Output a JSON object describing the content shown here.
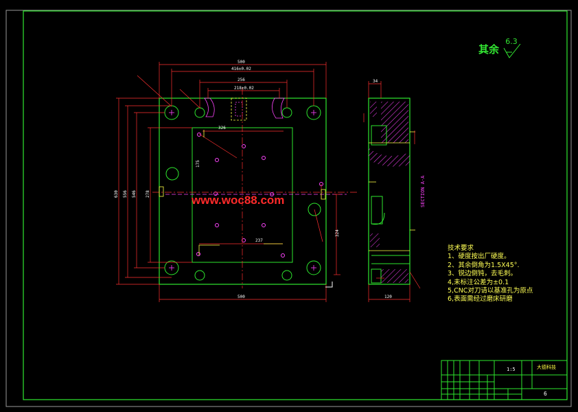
{
  "surface_finish": {
    "label": "其余",
    "value": "6.3"
  },
  "watermark": "www.woc88.com",
  "notes": {
    "title": "技术要求",
    "items": [
      "1、硬度按出厂硬度。",
      "2、其余倒角为1.5X45°.",
      "3、锐边倒钝，去毛刺。",
      "4,未标注公差为±0.1",
      "5,CNC对刀请以基准孔为原点",
      "6,表面需经过磨床研磨"
    ]
  },
  "dimensions": {
    "top_overall": "500",
    "top_holes": "416±0.02",
    "top_inner": "256",
    "top_pocket": "218±0.02",
    "bottom_overall": "500",
    "left_overall": "630",
    "left_inner1": "556",
    "left_inner2": "546",
    "left_pocket": "278",
    "right_324": "324",
    "inner_326": "326",
    "inner_237": "237",
    "inner_175": "175",
    "section_top": "34",
    "section_bottom": "120",
    "section_label": "SECTION A-A"
  },
  "title_block": {
    "company": "大德科技",
    "drawing_no": "6",
    "scale": "1:5",
    "sheet": "6"
  }
}
